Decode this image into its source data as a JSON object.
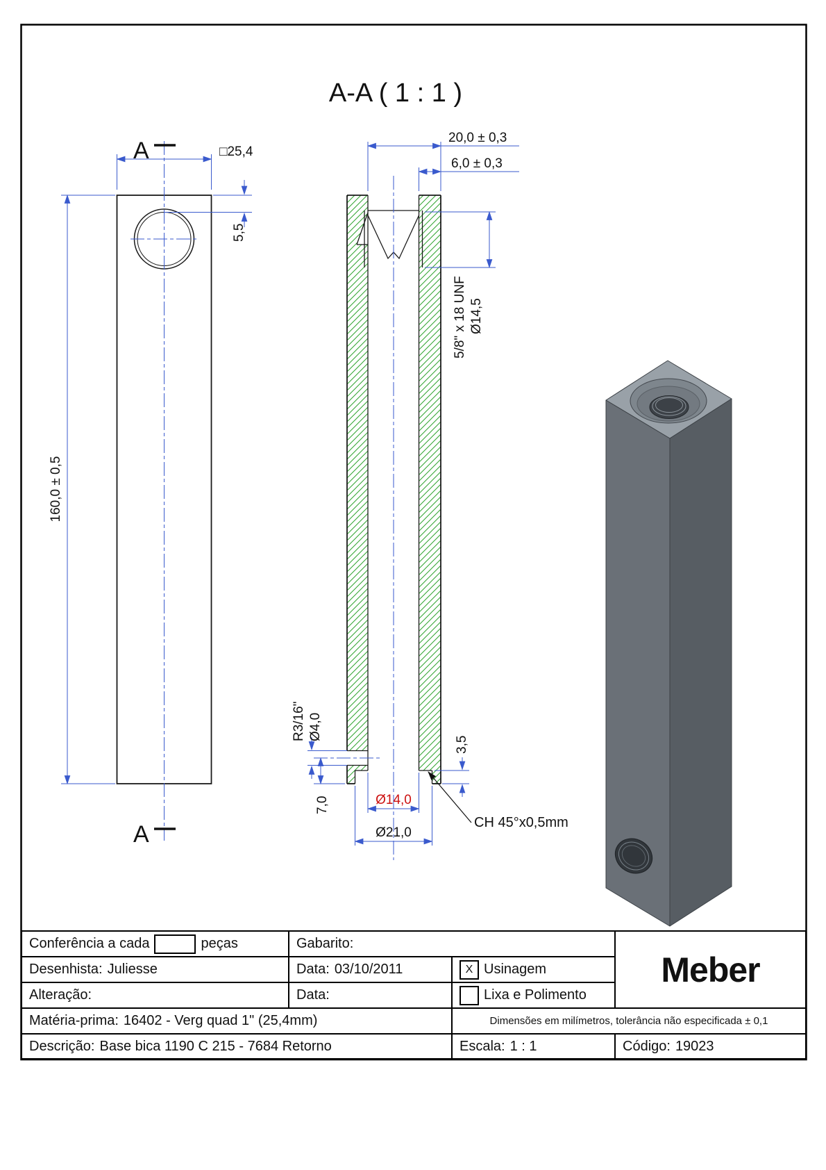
{
  "title": "A-A ( 1 : 1 )",
  "drawing": {
    "section_letter": "A",
    "front_view": {
      "dim_width": "□25,4",
      "dim_hole_top": "5,5",
      "dim_length": "160,0 ± 0,5"
    },
    "section_view": {
      "dim_bore_depth_width": "20,0 ± 0,3",
      "dim_wall": "6,0 ± 0,3",
      "dim_thread": "5/8\" x 18 UNF",
      "dim_thread_dia": "Ø14,5",
      "dim_radius": "R3/16\"",
      "dim_side_hole_dia": "Ø4,0",
      "dim_side_hole_pos": "7,0",
      "dim_counterbore_depth": "3,5",
      "dim_bore_dia": "Ø14,0",
      "dim_counterbore_dia": "Ø21,0",
      "chamfer_note": "CH 45°x0,5mm"
    }
  },
  "colors": {
    "dimension_lines": "#3a5acd",
    "geometry": "#1a1a1a",
    "hatch_green": "#2fa42f",
    "highlight_red": "#cc1111",
    "iso_top": "#99a1a8",
    "iso_front": "#6a7077",
    "iso_right": "#575d63"
  },
  "title_block": {
    "conferencia_label": "Conferência a cada",
    "pecas_label": "peças",
    "gabarito_label": "Gabarito:",
    "desenhista_label": "Desenhista:",
    "desenhista_value": "Juliesse",
    "data1_label": "Data:",
    "data1_value": "03/10/2011",
    "usinagem_label": "Usinagem",
    "usinagem_mark": "X",
    "alteracao_label": "Alteração:",
    "data2_label": "Data:",
    "lixa_label": "Lixa e Polimento",
    "materia_label": "Matéria-prima:",
    "materia_value": "16402 - Verg quad 1\" (25,4mm)",
    "tolerancia_note": "Dimensões em milímetros, tolerância não especificada ± 0,1",
    "descricao_label": "Descrição:",
    "descricao_value": "Base bica 1190 C 215 - 7684 Retorno",
    "escala_label": "Escala:",
    "escala_value": "1 : 1",
    "codigo_label": "Código:",
    "codigo_value": "19023",
    "logo": "Meber"
  }
}
